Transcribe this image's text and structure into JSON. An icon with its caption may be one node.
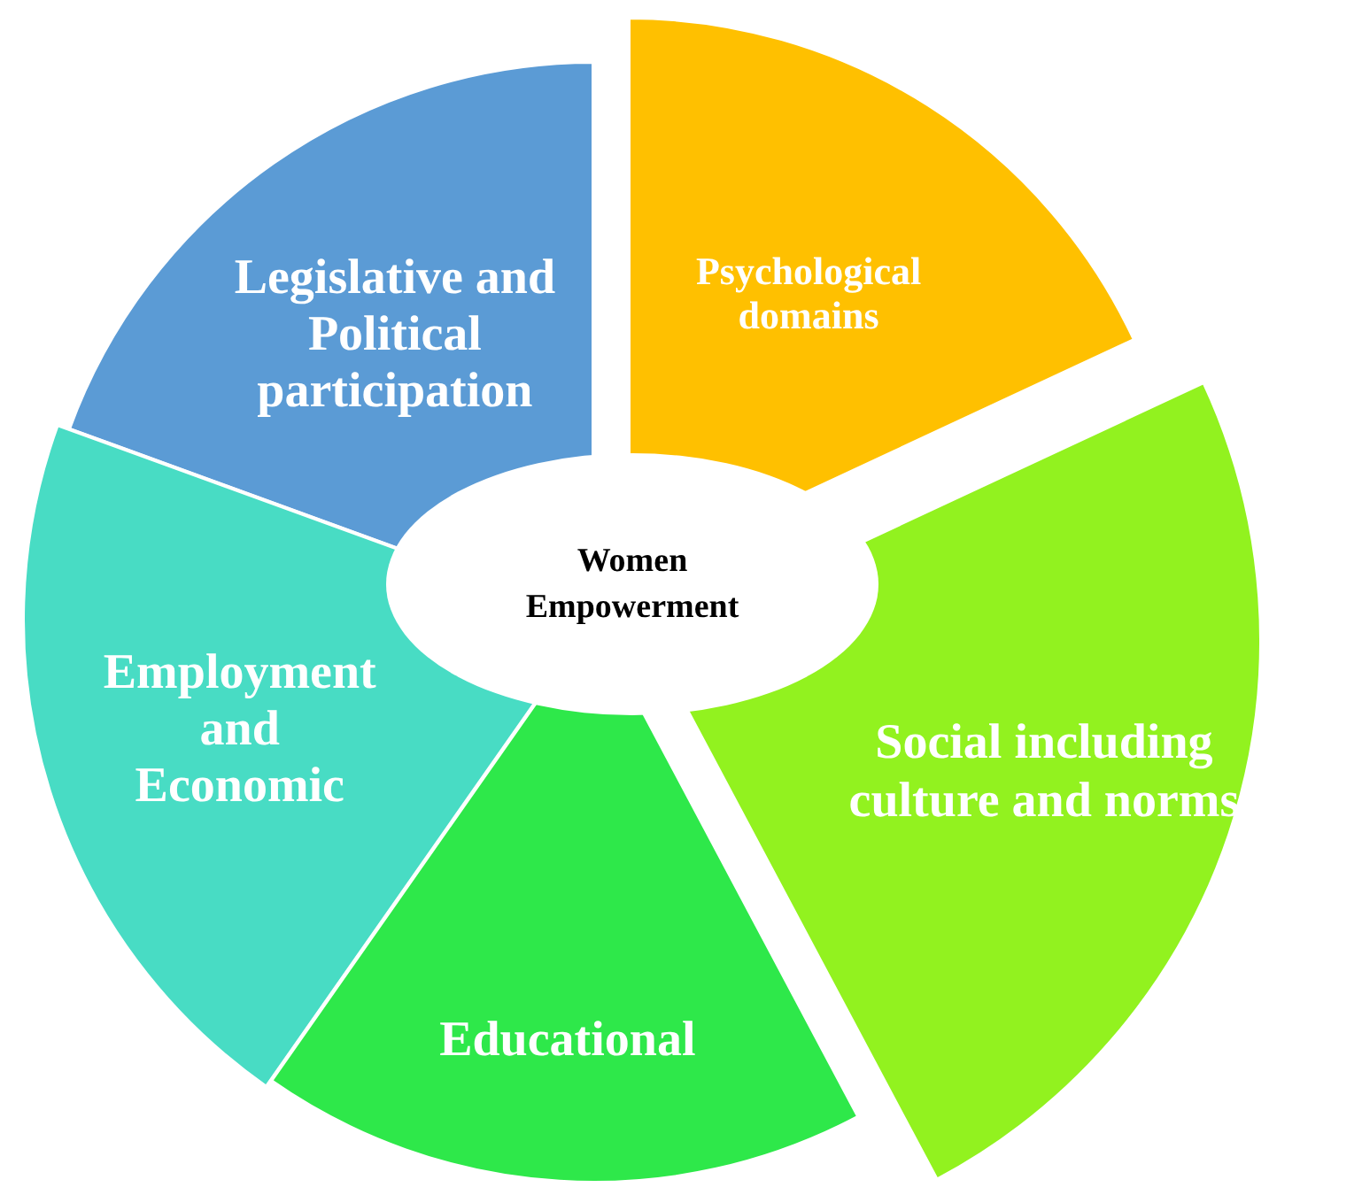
{
  "diagram": {
    "nodes": [
      {
        "text": [
          "Legislative and Political participation"
        ]
      },
      {
        "text": [
          "Psychological domains"
        ]
      },
      {
        "text": [
          "Women Empowerment"
        ]
      },
      {
        "text": [
          "Employment and Economic"
        ]
      },
      {
        "text": [
          "Social including culture and norms"
        ]
      },
      {
        "text": [
          "Educational"
        ]
      }
    ]
  }
}
